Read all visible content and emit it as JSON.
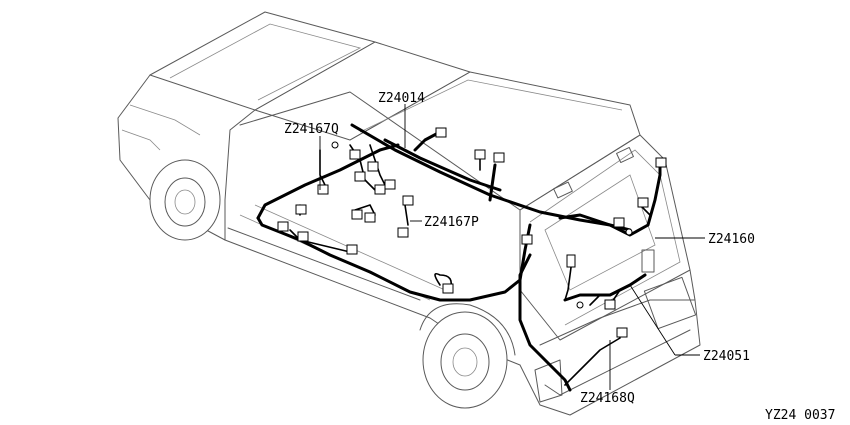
{
  "labels": {
    "z24014": "Z24014",
    "z24167q": "Z24167Q",
    "z24167p": "Z24167P",
    "z24160": "Z24160",
    "z24051": "Z24051",
    "z24168q": "Z24168Q"
  },
  "figure_code": "YZ24 0037"
}
